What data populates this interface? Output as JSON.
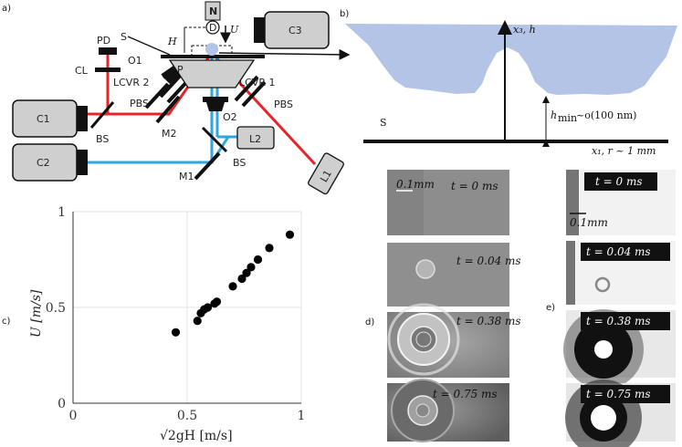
{
  "panel_labels": [
    "a)",
    "b)",
    "c)",
    "d)",
    "e)"
  ],
  "setup": {
    "components": {
      "c1": "C1",
      "c2": "C2",
      "c3": "C3",
      "pd": "PD",
      "cl": "CL",
      "s": "S",
      "o1": "O1",
      "p": "P",
      "h": "H",
      "u": "U",
      "n": "N",
      "d": "D",
      "lcvr2": "LCVR 2",
      "lcvr1": "LCVR 1",
      "pbs_left": "PBS",
      "pbs_right": "PBS",
      "m2": "M2",
      "m1": "M1",
      "bs_left": "BS",
      "bs_right": "BS",
      "o2": "O2",
      "l2": "L2",
      "l1": "L1"
    },
    "colors": {
      "red_laser": "#e8242a",
      "blue_laser": "#2ea6e0",
      "component_fill": "#cfcfcf"
    }
  },
  "schematic": {
    "axis_label": "x₃, h",
    "hmin_label": "h",
    "hmin_sub": "min",
    "hmin_order": "~o(100 nm)",
    "x_label": "x₁, r ~ 1 mm",
    "substrate": "S",
    "fluid_color": "#b3c4e7"
  },
  "chart_data": {
    "type": "scatter",
    "title": "",
    "xlabel": "√2gH [m/s]",
    "ylabel": "U [m/s]",
    "xlim": [
      0,
      1
    ],
    "ylim": [
      0,
      1
    ],
    "xticks": [
      "0",
      "0.5",
      "1"
    ],
    "yticks": [
      "0",
      "0.5",
      "1"
    ],
    "grid": true,
    "points": [
      {
        "x": 0.45,
        "y": 0.37
      },
      {
        "x": 0.545,
        "y": 0.43
      },
      {
        "x": 0.56,
        "y": 0.47
      },
      {
        "x": 0.575,
        "y": 0.49
      },
      {
        "x": 0.59,
        "y": 0.5
      },
      {
        "x": 0.62,
        "y": 0.52
      },
      {
        "x": 0.63,
        "y": 0.53
      },
      {
        "x": 0.7,
        "y": 0.61
      },
      {
        "x": 0.74,
        "y": 0.65
      },
      {
        "x": 0.76,
        "y": 0.68
      },
      {
        "x": 0.78,
        "y": 0.71
      },
      {
        "x": 0.81,
        "y": 0.75
      },
      {
        "x": 0.86,
        "y": 0.81
      },
      {
        "x": 0.95,
        "y": 0.88
      }
    ]
  },
  "frames_d": {
    "scale_bar": "0.1mm",
    "labels": [
      "t = 0 ms",
      "t = 0.04 ms",
      "t = 0.38 ms",
      "t = 0.75 ms"
    ]
  },
  "frames_e": {
    "scale_bar": "0.1mm",
    "labels": [
      "t = 0 ms",
      "t = 0.04 ms",
      "t = 0.38 ms",
      "t = 0.75 ms"
    ]
  }
}
